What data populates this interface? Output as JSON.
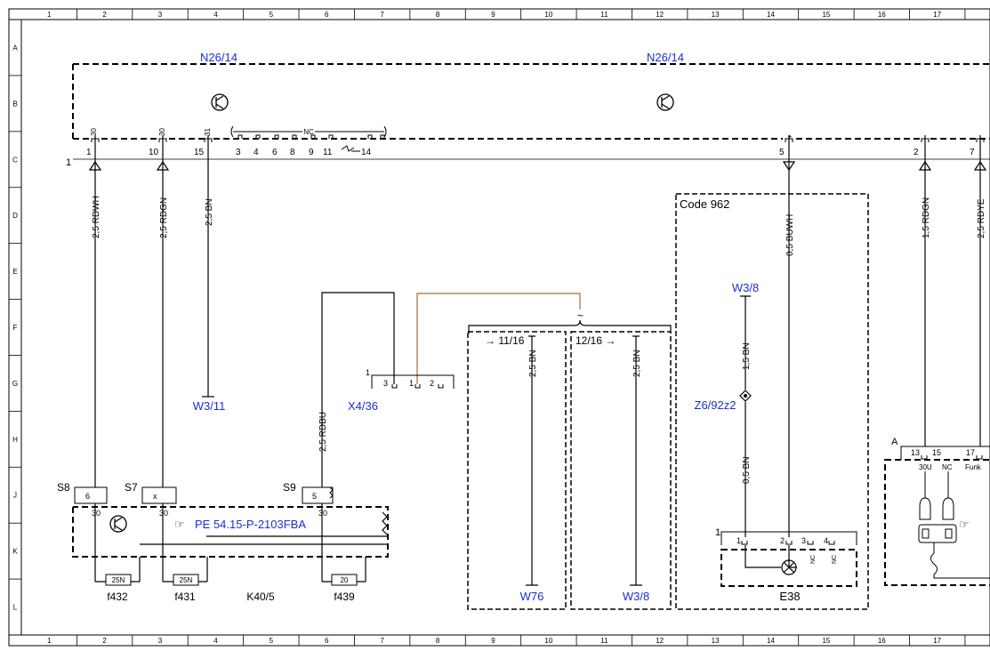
{
  "grid": {
    "columns": [
      "1",
      "2",
      "3",
      "4",
      "5",
      "6",
      "7",
      "8",
      "9",
      "10",
      "11",
      "12",
      "13",
      "14",
      "15",
      "16",
      "17"
    ],
    "rows": [
      "A",
      "B",
      "C",
      "D",
      "E",
      "F",
      "G",
      "H",
      "J",
      "K",
      "L"
    ]
  },
  "components": {
    "n26_left": "N26/14",
    "n26_right": "N26/14",
    "code": "Code 962",
    "w3_8_top": "W3/8",
    "z6": "Z6/92z2",
    "w3_11": "W3/11",
    "x4_36": "X4/36",
    "w76": "W76",
    "w3_8_bottom": "W3/8",
    "e38": "E38",
    "k40": "K40/5",
    "f432": "f432",
    "f431": "f431",
    "f439": "f439",
    "pe_ref": "PE 54.15-P-2103FBA",
    "s8": "S8",
    "s7": "S7",
    "s9": "S9",
    "a_label": "A",
    "ref_11_16": "11/16",
    "ref_12_16": "12/16"
  },
  "wires": {
    "w1": "2,5 RDWH",
    "w10": "2,5 RDGN",
    "w15": "2,5 BN",
    "w5": "0,5 BUWH",
    "w2": "1,5 RDGN",
    "w7": "2,5 RDYE",
    "s9wire": "2,5 RDBU",
    "b1": "2,5 BN",
    "b2": "2,5 BN",
    "w3top": "1,5 BN",
    "w3bot": "0,5 BN"
  },
  "pins": {
    "top_30a": "30",
    "top_30b": "30",
    "top_31": "31",
    "nc_top": "NC",
    "c1": "1",
    "c10": "10",
    "c15": "15",
    "c3": "3",
    "c4": "4",
    "c6": "6",
    "c8": "8",
    "c9": "9",
    "c11": "11",
    "c14": "14",
    "c5": "5",
    "c2": "2",
    "c7": "7",
    "c5plus": "+",
    "left1": "1",
    "x4_1": "1",
    "x4_p3": "3",
    "x4_p1": "1",
    "x4_p2": "2",
    "s8pin": "6",
    "s7pin": "x",
    "s9pin": "5",
    "k30a": "30",
    "k30b": "30",
    "k30c": "30",
    "fuse432": "25N",
    "fuse431": "25N",
    "fuse439": "20",
    "e38_1": "1",
    "e38p1": "1",
    "e38p2": "2",
    "e38p3": "3",
    "e38p4": "4",
    "e38nc1": "NC",
    "e38nc2": "NC",
    "a13": "13",
    "a15": "15",
    "a17": "17",
    "a30u": "30U",
    "anc": "NC",
    "afunk": "Funk"
  }
}
